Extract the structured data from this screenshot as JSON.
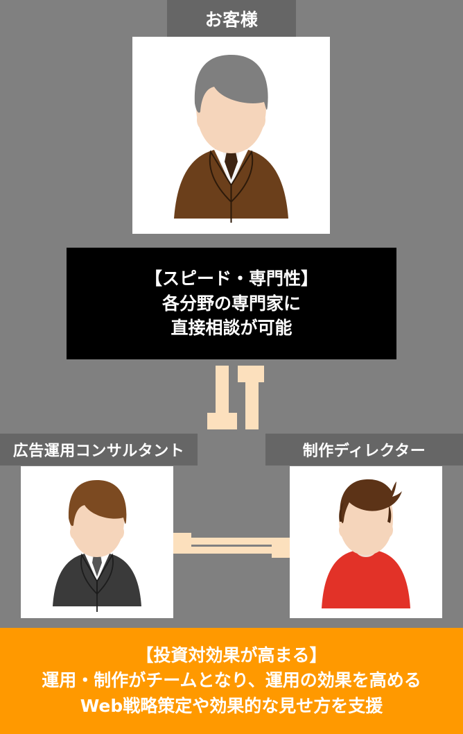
{
  "background_color": "#808080",
  "customer": {
    "label": "お客様",
    "label_bar_color": "#666666",
    "photo_background": "#ffffff",
    "avatar": {
      "name": "customer-avatar",
      "hair_color": "#7f7f7f",
      "skin_color": "#f5d5bb",
      "suit_color": "#6b3f1b",
      "shirt_color": "#f2f2f2",
      "tie_color": "#3d2412"
    }
  },
  "speed_box": {
    "background_color": "#000000",
    "text_color": "#ffffff",
    "lines": [
      "【スピード・専門性】",
      "各分野の専門家に",
      "直接相談が可能"
    ]
  },
  "vertical_arrow": {
    "name": "vertical-double-arrow",
    "color": "#fce0bd"
  },
  "horizontal_arrow": {
    "name": "horizontal-double-arrow",
    "color": "#fce0bd"
  },
  "consultant": {
    "label": "広告運用コンサルタント",
    "label_bar_color": "#666666",
    "photo_background": "#ffffff",
    "avatar": {
      "name": "consultant-avatar",
      "hair_color": "#7c4a21",
      "skin_color": "#f5d5bb",
      "suit_color": "#3a3a3a",
      "shirt_color": "#f2f2f2",
      "tie_color": "#555555"
    }
  },
  "director": {
    "label": "制作ディレクター",
    "label_bar_color": "#666666",
    "photo_background": "#ffffff",
    "avatar": {
      "name": "director-avatar",
      "hair_color": "#5c3317",
      "skin_color": "#f5d5bb",
      "shirt_color": "#e23228"
    }
  },
  "footer": {
    "background_color": "#ff9900",
    "text_color": "#ffffff",
    "lines": [
      "【投資対効果が高まる】",
      "運用・制作がチームとなり、運用の効果を高める",
      "Web戦略策定や効果的な見せ方を支援"
    ]
  }
}
